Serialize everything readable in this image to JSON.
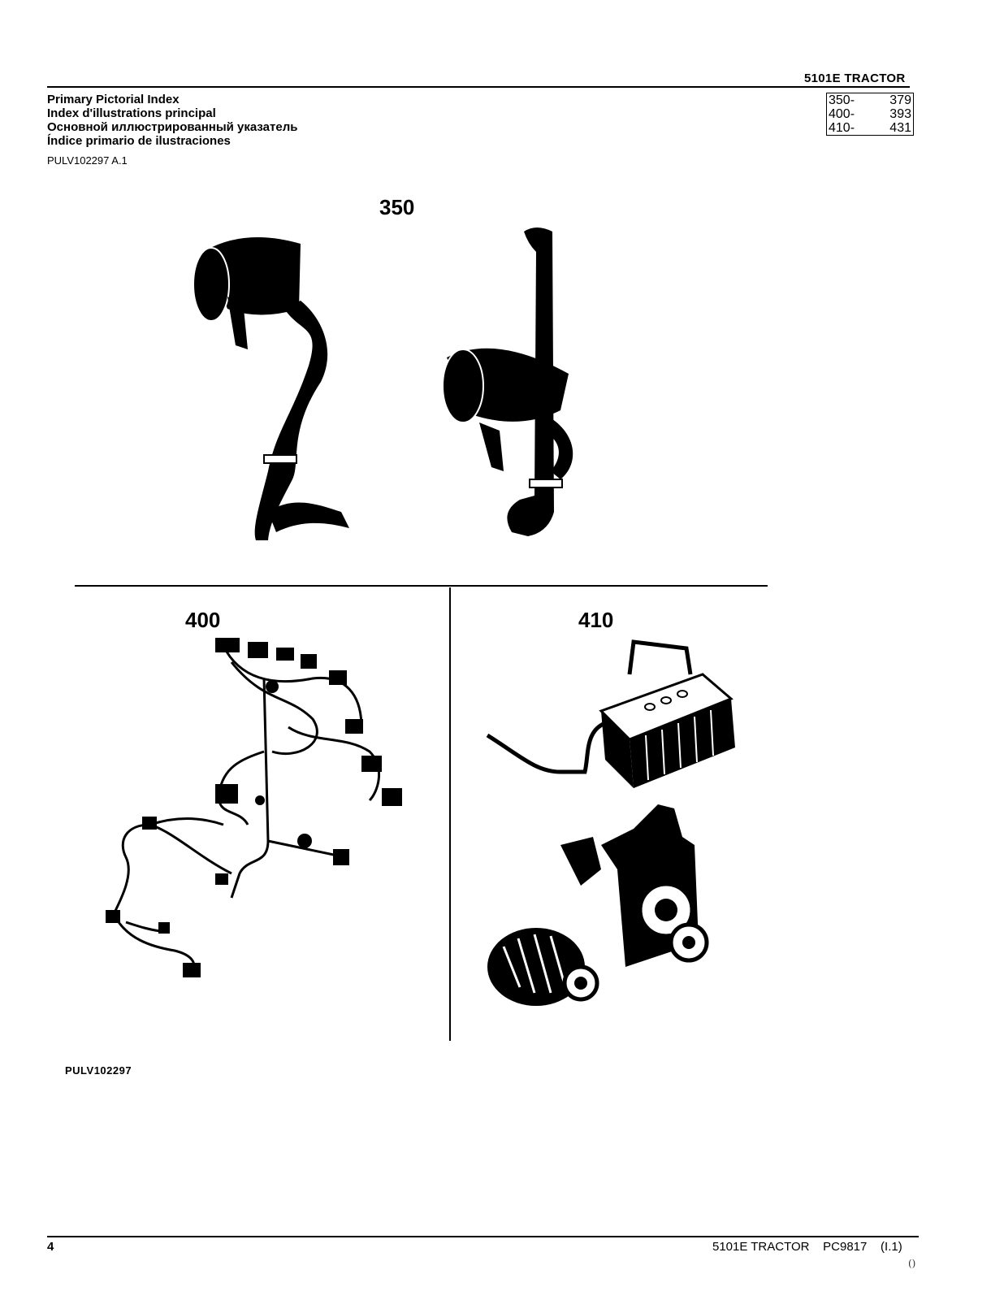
{
  "header": {
    "model": "5101E  TRACTOR",
    "titles": [
      "Primary Pictorial Index",
      "Index d'illustrations principal",
      "Основной иллюстрированный указатель",
      "Índice primario de ilustraciones"
    ],
    "doc_ref": "PULV102297 A.1",
    "ranges": [
      {
        "from": "350-",
        "to": "379"
      },
      {
        "from": "400-",
        "to": "393"
      },
      {
        "from": "410-",
        "to": "431"
      }
    ]
  },
  "sections": {
    "s350": {
      "label": "350",
      "description_icon": "exhaust-muffler-icon"
    },
    "s400": {
      "label": "400",
      "description_icon": "wiring-harness-icon"
    },
    "s410": {
      "label": "410",
      "description_icon": "battery-alternator-icon"
    }
  },
  "figure_id": "PULV102297",
  "footer": {
    "page": "4",
    "text": "5101E TRACTOR    PC9817    (I.1)",
    "mark": "()"
  }
}
